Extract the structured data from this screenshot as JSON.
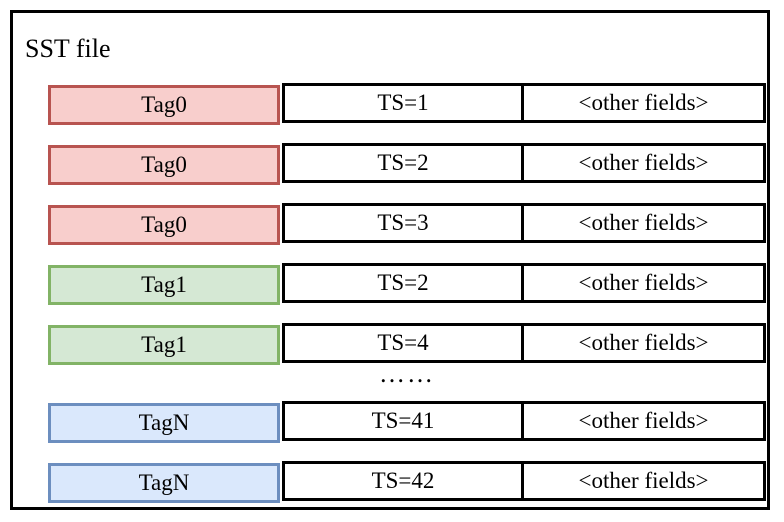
{
  "diagram": {
    "title": "SST file",
    "ellipsis": "……",
    "rows": [
      {
        "tag": "Tag0",
        "color": "red",
        "ts": "TS=1",
        "other": "<other fields>"
      },
      {
        "tag": "Tag0",
        "color": "red",
        "ts": "TS=2",
        "other": "<other fields>"
      },
      {
        "tag": "Tag0",
        "color": "red",
        "ts": "TS=3",
        "other": "<other fields>"
      },
      {
        "tag": "Tag1",
        "color": "green",
        "ts": "TS=2",
        "other": "<other fields>"
      },
      {
        "tag": "Tag1",
        "color": "green",
        "ts": "TS=4",
        "other": "<other fields>"
      },
      {
        "tag": "TagN",
        "color": "blue",
        "ts": "TS=41",
        "other": "<other fields>"
      },
      {
        "tag": "TagN",
        "color": "blue",
        "ts": "TS=42",
        "other": "<other fields>"
      }
    ],
    "colors": {
      "red_fill": "#f8cecc",
      "red_stroke": "#b85450",
      "green_fill": "#d5e8d4",
      "green_stroke": "#82b366",
      "blue_fill": "#dae8fc",
      "blue_stroke": "#6c8ebf",
      "cell_fill": "#ffffff",
      "line": "#000000",
      "background": "#ffffff"
    }
  }
}
